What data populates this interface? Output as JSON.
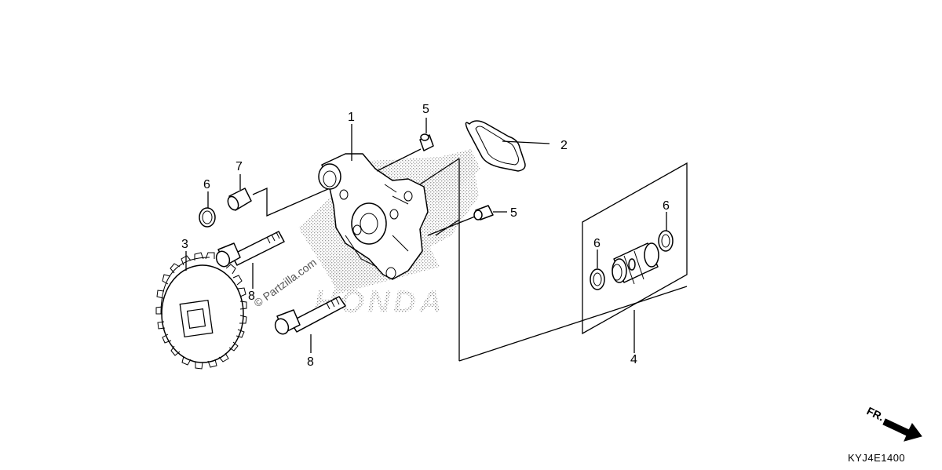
{
  "callouts": {
    "c1": "1",
    "c2": "2",
    "c3": "3",
    "c4": "4",
    "c5a": "5",
    "c5b": "5",
    "c6a": "6",
    "c6b": "6",
    "c6c": "6",
    "c7": "7",
    "c8a": "8",
    "c8b": "8"
  },
  "watermark": {
    "site": "© Partzilla.com",
    "brand": "HONDA"
  },
  "direction_label": "FR.",
  "diagram_code": "KYJ4E1400",
  "icons": {
    "direction": "front-arrow-icon",
    "watermark_logo": "honda-wing-logo-icon"
  },
  "colors": {
    "line": "#000000",
    "background": "#ffffff",
    "watermark": "#9a9a9a"
  }
}
